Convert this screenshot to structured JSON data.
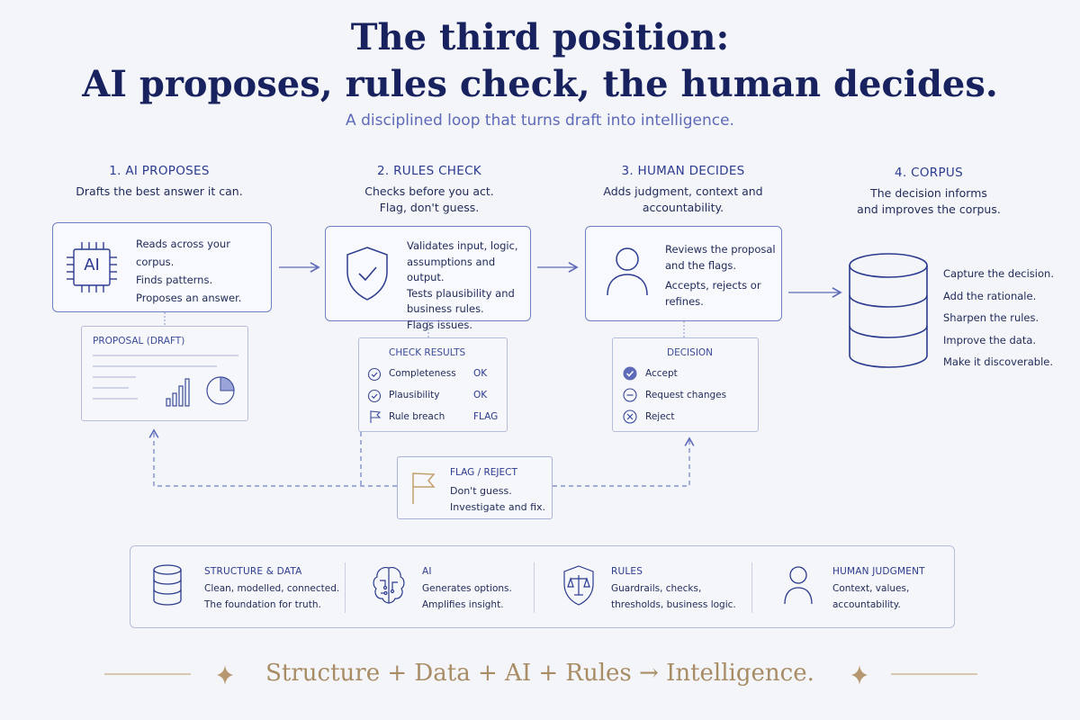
{
  "title": {
    "line1": "The third position:",
    "line2": "AI proposes, rules check, the human decides."
  },
  "subtitle": "A disciplined loop that turns draft into intelligence.",
  "steps": [
    {
      "heading": "1. AI PROPOSES",
      "desc": "Drafts the best answer it can.",
      "card_lines": [
        "Reads across your corpus.",
        "Finds patterns.",
        "Proposes an answer."
      ],
      "chip_label": "AI",
      "icon": "ai-chip-icon"
    },
    {
      "heading": "2. RULES CHECK",
      "desc": "Checks before you act.\nFlag, don't guess.",
      "card_lines": [
        "Validates input, logic,",
        "assumptions and output.",
        "Tests plausibility and",
        "business rules.",
        "Flags issues."
      ],
      "icon": "shield-check-icon"
    },
    {
      "heading": "3. HUMAN DECIDES",
      "desc": "Adds judgment, context and\naccountability.",
      "card_lines": [
        "Reviews the proposal",
        "and the flags.",
        "Accepts, rejects or",
        "refines."
      ],
      "icon": "person-icon"
    },
    {
      "heading": "4. CORPUS",
      "desc": "The decision informs\nand improves the corpus.",
      "card_lines": [
        "Capture the decision.",
        "Add the rationale.",
        "Sharpen the rules.",
        "Improve the data.",
        "Make it discoverable."
      ],
      "icon": "database-icon"
    }
  ],
  "proposal_panel": {
    "heading": "PROPOSAL (DRAFT)",
    "icons": [
      "bar-chart-icon",
      "pie-chart-icon"
    ]
  },
  "check_results": {
    "heading": "CHECK RESULTS",
    "rows": [
      {
        "label": "Completeness",
        "status": "OK",
        "icon": "check-circle-icon"
      },
      {
        "label": "Plausibility",
        "status": "OK",
        "icon": "check-circle-icon"
      },
      {
        "label": "Rule breach",
        "status": "FLAG",
        "icon": "flag-icon"
      }
    ]
  },
  "decision": {
    "heading": "DECISION",
    "options": [
      {
        "label": "Accept",
        "icon": "check-circle-filled-icon"
      },
      {
        "label": "Request changes",
        "icon": "minus-circle-icon"
      },
      {
        "label": "Reject",
        "icon": "x-circle-icon"
      }
    ]
  },
  "flag_reject": {
    "heading": "FLAG / REJECT",
    "lines": [
      "Don't guess.",
      "Investigate and fix."
    ],
    "icon": "flag-icon"
  },
  "pillars": [
    {
      "heading": "STRUCTURE & DATA",
      "lines": [
        "Clean, modelled, connected.",
        "The foundation for truth."
      ],
      "icon": "database-icon"
    },
    {
      "heading": "AI",
      "lines": [
        "Generates options.",
        "Amplifies insight."
      ],
      "icon": "brain-icon"
    },
    {
      "heading": "RULES",
      "lines": [
        "Guardrails, checks,",
        "thresholds, business logic."
      ],
      "icon": "shield-scales-icon"
    },
    {
      "heading": "HUMAN JUDGMENT",
      "lines": [
        "Context, values,",
        "accountability."
      ],
      "icon": "person-icon"
    }
  ],
  "footer": "Structure + Data + AI + Rules → Intelligence.",
  "colors": {
    "navy": "#18225e",
    "accent": "#5d6ab8",
    "line": "#6f7fc4",
    "gold": "#a88c66",
    "flag": "#c2a06e"
  }
}
